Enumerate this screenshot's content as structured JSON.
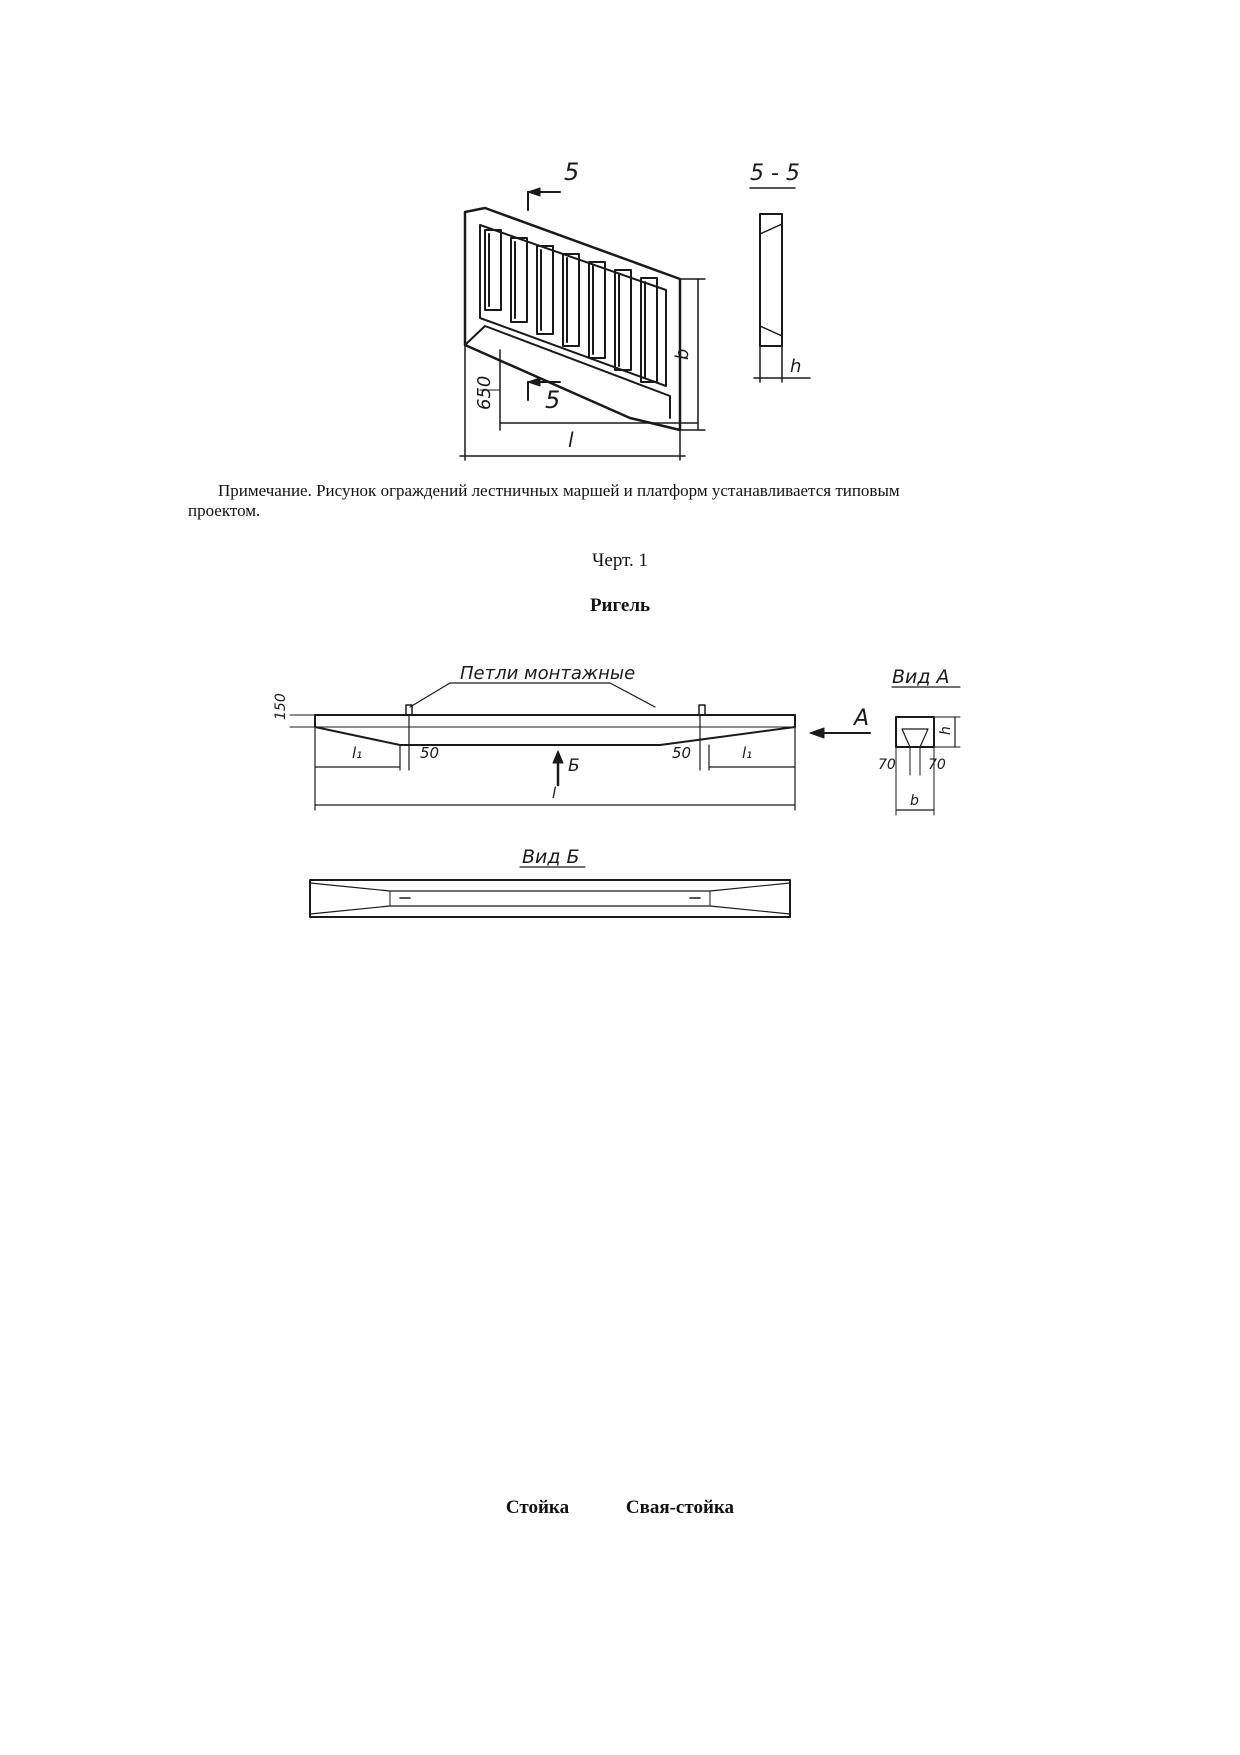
{
  "figure1": {
    "section_mark": "5",
    "section_title": "5 - 5",
    "dim_b": "b",
    "dim_h": "h",
    "dim_650": "650",
    "dim_l": "l"
  },
  "note": "Примечание. Рисунок  ограждений лестничных  маршей и платформ устанавливается типовым проектом.",
  "caption1": "Черт. 1",
  "heading_rigel": "Ригель",
  "figure2": {
    "loops_label": "Петли монтажные",
    "dim_150": "150",
    "dim_l1": "l₁",
    "dim_50": "50",
    "arrow_b": "Б",
    "dim_l": "l",
    "arrow_a": "А",
    "view_a": "Вид А",
    "dim_h": "h",
    "dim_70": "70",
    "dim_b": "b",
    "view_b": "Вид Б"
  },
  "bottom_headings": [
    "Стойка",
    "Свая-стойка"
  ]
}
